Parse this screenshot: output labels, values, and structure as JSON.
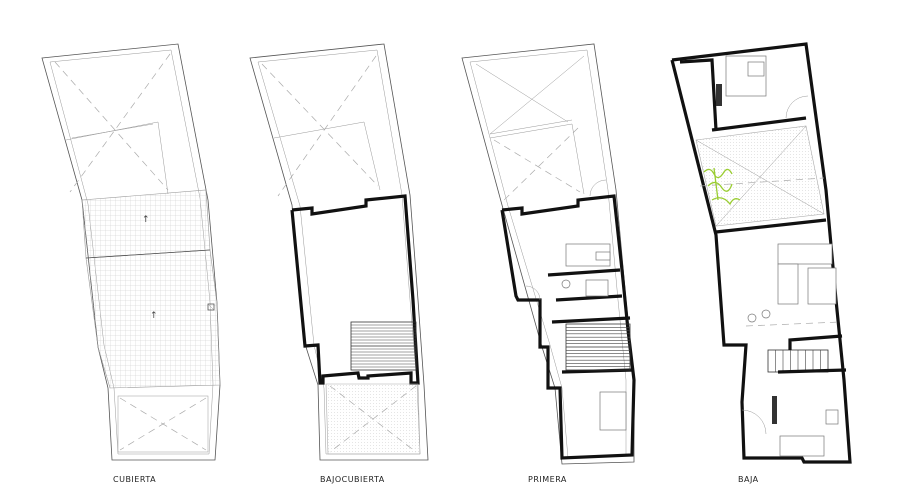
{
  "drawing": {
    "plans": [
      {
        "id": "cubierta",
        "label": "CUBIERTA"
      },
      {
        "id": "bajocubierta",
        "label": "BAJOCUBIERTA"
      },
      {
        "id": "primera",
        "label": "PRIMERA"
      },
      {
        "id": "baja",
        "label": "BAJA"
      }
    ],
    "colors": {
      "wall": "#111111",
      "outline": "#555555",
      "dashed": "#aaaaaa",
      "annotation": "#9acd32"
    }
  }
}
